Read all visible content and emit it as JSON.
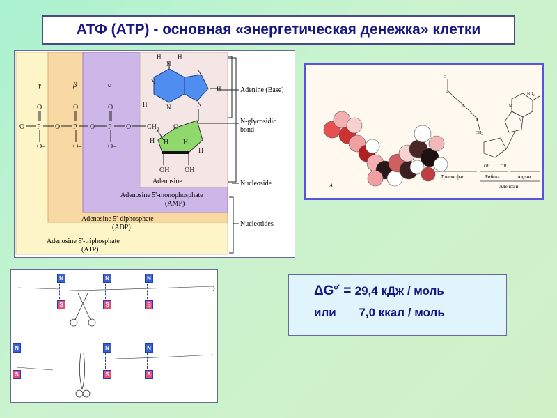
{
  "header": {
    "title": "АТФ (АТР) - основная «энергетическая денежка» клетки"
  },
  "structure": {
    "greek": {
      "gamma": "γ",
      "beta": "β",
      "alpha": "α"
    },
    "atoms": {
      "O": "O",
      "P": "P",
      "N": "N",
      "H": "H",
      "ch2": "CH",
      "ch2_sub": "2",
      "o_minus": "O",
      "minus": "–",
      "oh": "OH"
    },
    "labels": {
      "adenine": "Adenine (Base)",
      "glyco1": "N-glycosidic",
      "glyco2": "bond",
      "nucleoside": "Nucleoside",
      "nucleotides": "Nucleotides",
      "adenosine": "Adenosine",
      "amp1": "Adenosine 5'-monophosphate",
      "amp2": "(AMP)",
      "adp1": "Adenosine 5'-diphosphate",
      "adp2": "(ADP)",
      "atp1": "Adenosine 5'-triphosphate",
      "atp2": "(ATP)"
    }
  },
  "model": {
    "triphosphate": "Трифосфат",
    "ribose": "Рибоза",
    "adenine": "Адени",
    "adenosine": "Аденозин",
    "panel_letter": "А",
    "nh2": "NH",
    "nh2_sub": "2",
    "oh": "OH"
  },
  "magnets": {
    "n": "N",
    "s": "S"
  },
  "energy": {
    "delta": "ΔG",
    "sup": "o'",
    "eq": "=",
    "value1": "29,4 кДж / моль",
    "or": "или",
    "value2": "7,0 ккал / моль"
  },
  "colors": {
    "title_text": "#17177f",
    "atp_zone": "#fdf5c8",
    "adp_zone": "#f8d9a4",
    "amp_zone": "#cdb6e8",
    "adenosine_zone": "#f3e6e4",
    "adenine_ring": "#4f8ef0",
    "ribose_ring": "#90d86c",
    "magnet_frame": "#1e3fb8",
    "magnet_pink": "#f04a7a"
  }
}
